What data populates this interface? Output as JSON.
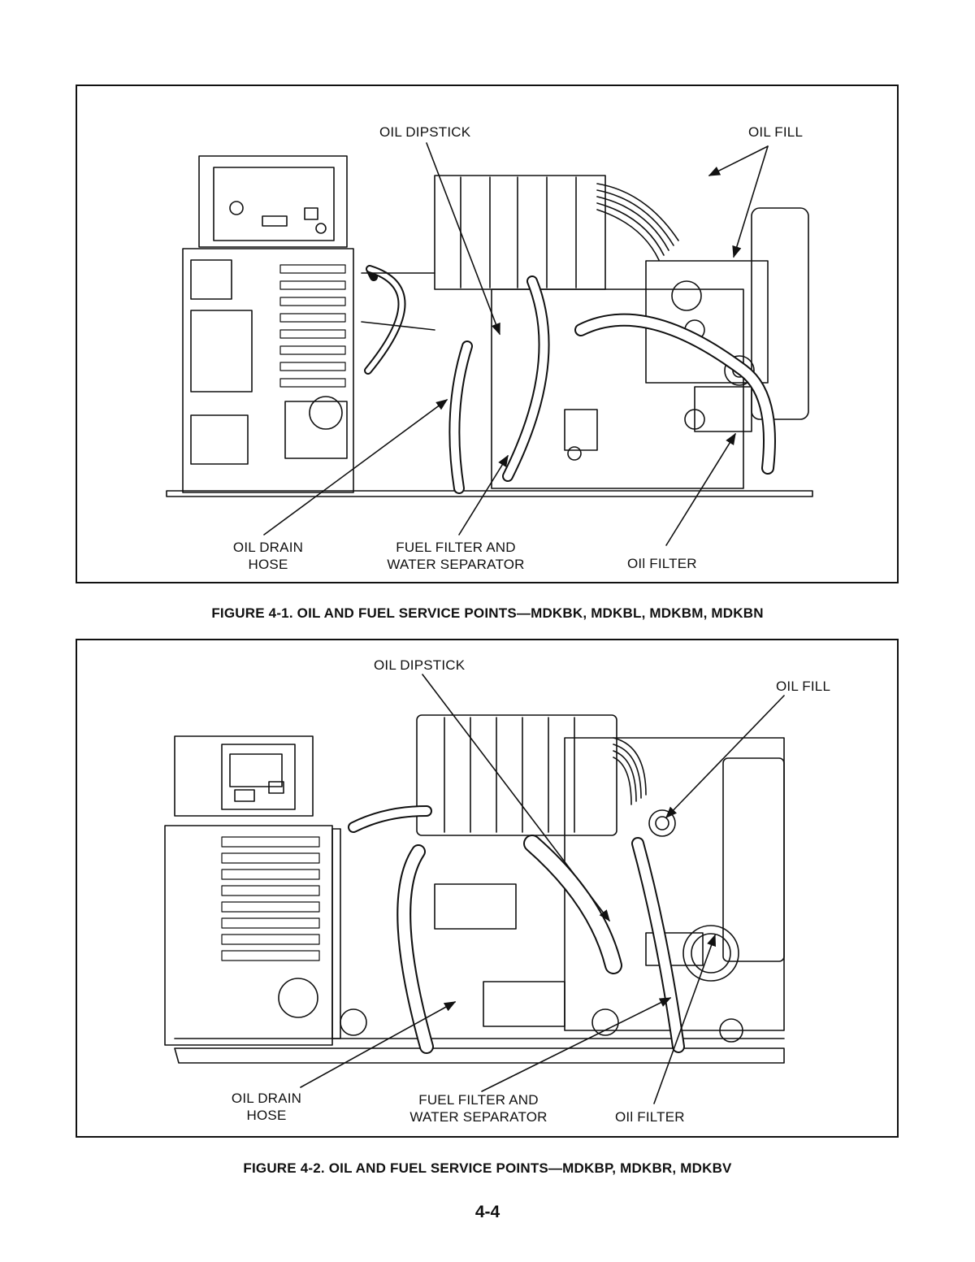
{
  "figure1": {
    "caption": "FIGURE 4-1. OIL AND FUEL SERVICE POINTS—MDKBK, MDKBL, MDKBM, MDKBN",
    "labels": {
      "oil_dipstick": "OIL DIPSTICK",
      "oil_fill": "OIL FILL",
      "oil_drain_hose_1": "OIL DRAIN",
      "oil_drain_hose_2": "HOSE",
      "fuel_filter_1": "FUEL FILTER AND",
      "fuel_filter_2": "WATER SEPARATOR",
      "oil_filter": "OIl FILTER"
    }
  },
  "figure2": {
    "caption": "FIGURE 4-2. OIL AND FUEL SERVICE POINTS—MDKBP, MDKBR, MDKBV",
    "labels": {
      "oil_dipstick": "OIL DIPSTICK",
      "oil_fill": "OIL FILL",
      "oil_drain_hose_1": "OIL DRAIN",
      "oil_drain_hose_2": "HOSE",
      "fuel_filter_1": "FUEL FILTER AND",
      "fuel_filter_2": "WATER SEPARATOR",
      "oil_filter": "OIl FILTER"
    }
  },
  "page_number": "4-4"
}
